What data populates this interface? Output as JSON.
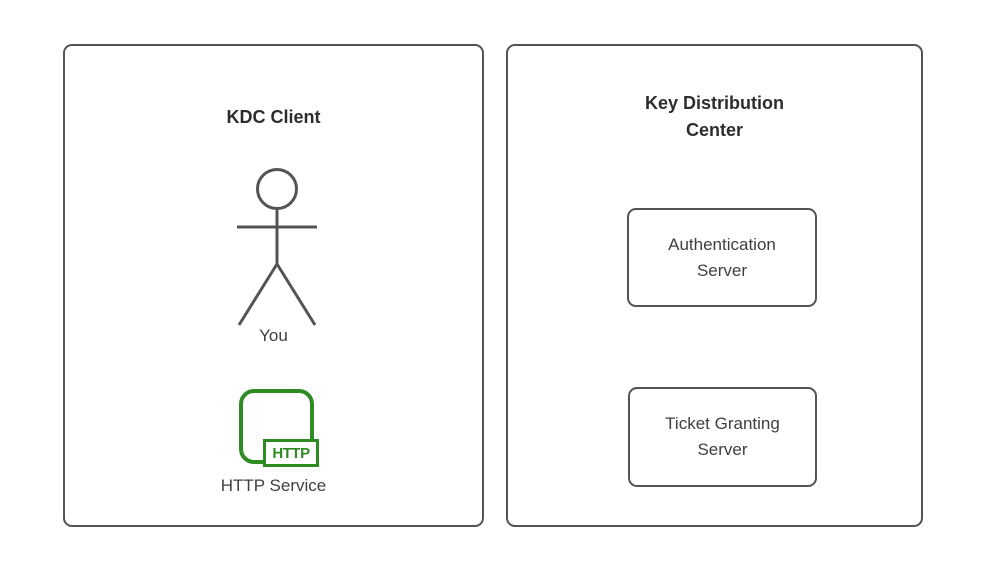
{
  "diagram": {
    "client_panel": {
      "title": "KDC Client",
      "actor_label": "You",
      "service_icon_text": "HTTP",
      "service_label": "HTTP Service"
    },
    "kdc_panel": {
      "title": "Key Distribution Center",
      "nodes": [
        {
          "label": "Authentication Server"
        },
        {
          "label": "Ticket Granting Server"
        }
      ]
    },
    "colors": {
      "panel_border": "#545454",
      "node_border": "#545454",
      "actor_stroke": "#545454",
      "service_green": "#2E8B22",
      "title_text": "#2d2d2d",
      "label_text": "#404040"
    }
  }
}
